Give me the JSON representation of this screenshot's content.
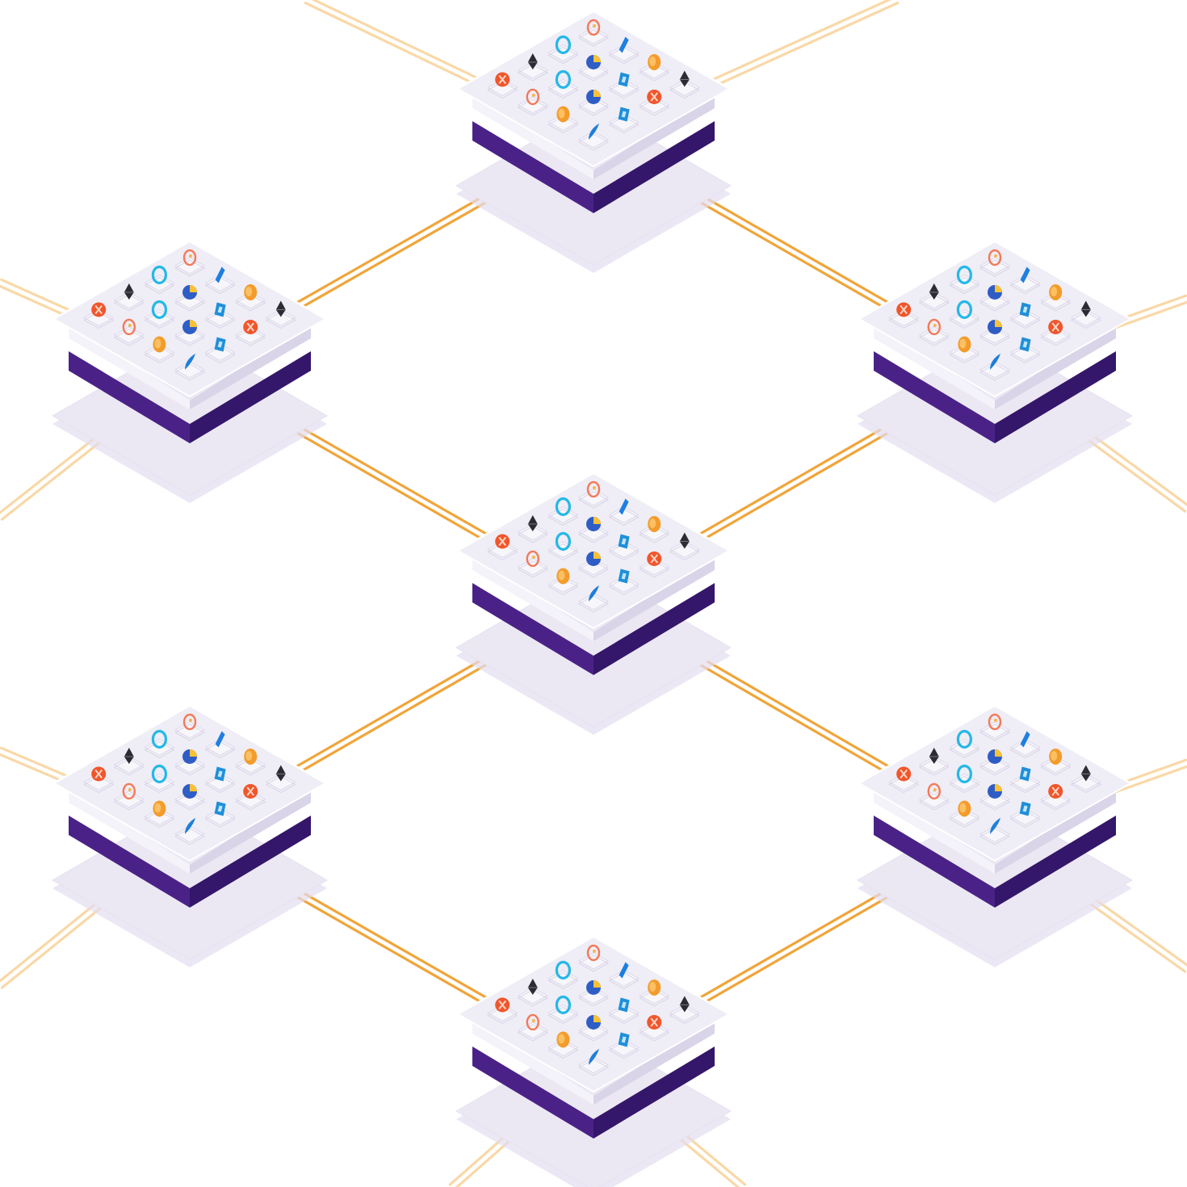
{
  "colors": {
    "background": "#ffffff",
    "wire": "#f0a53a",
    "wire_light": "#f8cf92",
    "tile_top": "#efedf6",
    "tile_side_light": "#f5f3fa",
    "tile_side_shadow": "#d9d4e8",
    "band": "#4a2287",
    "band_dark": "#34166a",
    "base": "#ebe8f3",
    "cell": "#f7f6fb",
    "cell_edge": "#ddd8e9"
  },
  "nodes": [
    {
      "id": "node-top"
    },
    {
      "id": "node-upper-left"
    },
    {
      "id": "node-upper-right"
    },
    {
      "id": "node-center"
    },
    {
      "id": "node-lower-left"
    },
    {
      "id": "node-lower-right"
    },
    {
      "id": "node-bottom"
    }
  ],
  "links": [
    {
      "from": "node-top",
      "to": "node-upper-left"
    },
    {
      "from": "node-top",
      "to": "node-upper-right"
    },
    {
      "from": "node-upper-left",
      "to": "node-center"
    },
    {
      "from": "node-upper-right",
      "to": "node-center"
    },
    {
      "from": "node-center",
      "to": "node-lower-left"
    },
    {
      "from": "node-center",
      "to": "node-lower-right"
    },
    {
      "from": "node-lower-left",
      "to": "node-bottom"
    },
    {
      "from": "node-lower-right",
      "to": "node-bottom"
    }
  ],
  "token_icons": [
    "pen-token-icon",
    "chainlink-token-icon",
    "orange-coin-icon",
    "black-pin-token-icon",
    "blue-ring-token-icon",
    "blue-yellow-disc-icon",
    "blue-crystal-token-icon",
    "red-hash-token-icon",
    "black-pin-token-icon",
    "blue-ring-token-icon",
    "blue-yellow-disc-icon",
    "blue-crystal-token-icon",
    "red-hash-token-icon",
    "pen-token-icon",
    "orange-coin-icon",
    "blue-feather-token-icon"
  ]
}
